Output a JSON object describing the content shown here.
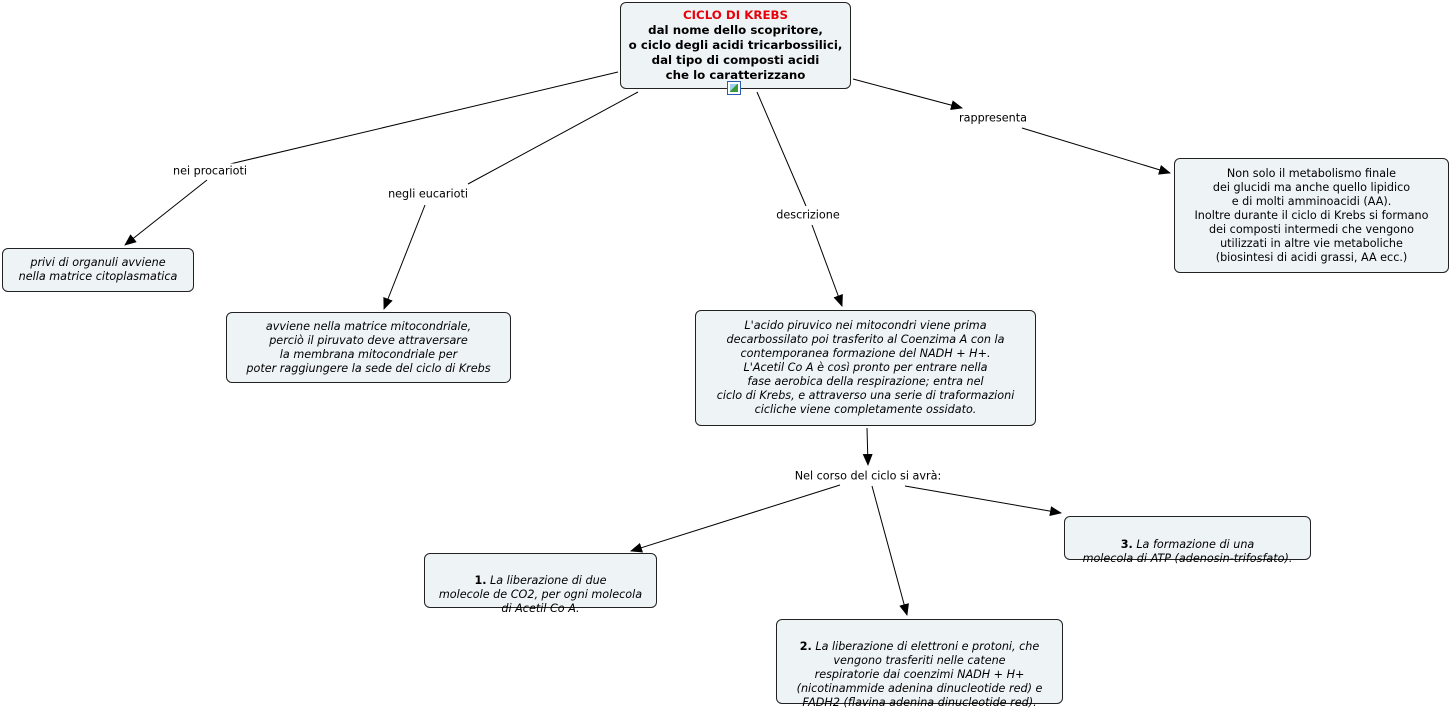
{
  "root": {
    "title": "CICLO DI  KREBS",
    "text": "dal nome dello scopritore,\no ciclo degli acidi tricarbossilici,\ndal tipo di composti acidi\nche lo caratterizzano",
    "attachment_icon": "image-icon"
  },
  "links": {
    "procarioti": "nei procarioti",
    "eucarioti": "negli eucarioti",
    "descrizione": "descrizione",
    "rappresenta": "rappresenta",
    "nel_corso": "Nel corso del ciclo si avrà:"
  },
  "nodes": {
    "procarioti": "privi di organuli avviene\nnella matrice citoplasmatica",
    "eucarioti": "avviene nella matrice mitocondriale,\nperciò il piruvato deve attraversare\nla membrana mitocondriale per\npoter raggiungere la sede del ciclo di Krebs",
    "descrizione": "L'acido piruvico nei mitocondri viene prima\ndecarbossilato poi trasferito al Coenzima A con la\ncontemporanea formazione del NADH + H+.\nL'Acetil Co A è così pronto per entrare nella\nfase aerobica della respirazione; entra nel\nciclo di Krebs, e attraverso una serie di traformazioni\ncicliche viene completamente ossidato.",
    "rappresenta": "Non solo il metabolismo finale\ndei glucidi ma anche quello lipidico\ne di molti amminoacidi (AA).\nInoltre durante il ciclo di Krebs si formano\ndei composti intermedi che vengono\nutilizzati in altre vie metaboliche\n(biosintesi di acidi grassi, AA ecc.)",
    "n1": {
      "num": "1.",
      "text": " La liberazione di due\nmolecole de CO2, per ogni molecola\ndi Acetil Co A."
    },
    "n2": {
      "num": "2.",
      "text": " La liberazione di elettroni e protoni, che\nvengono trasferiti nelle catene\nrespiratorie dai coenzimi NADH + H+\n(nicotinammide adenina dinucleotide red) e\nFADH2 (flavina adenina dinucleotide red)."
    },
    "n3": {
      "num": "3.",
      "text": " La formazione di una\nmolecola di ATP (adenosin-trifosfato)."
    }
  },
  "colors": {
    "title": "#e8000b",
    "node_fill": "#eef3f5",
    "border": "#222222"
  }
}
